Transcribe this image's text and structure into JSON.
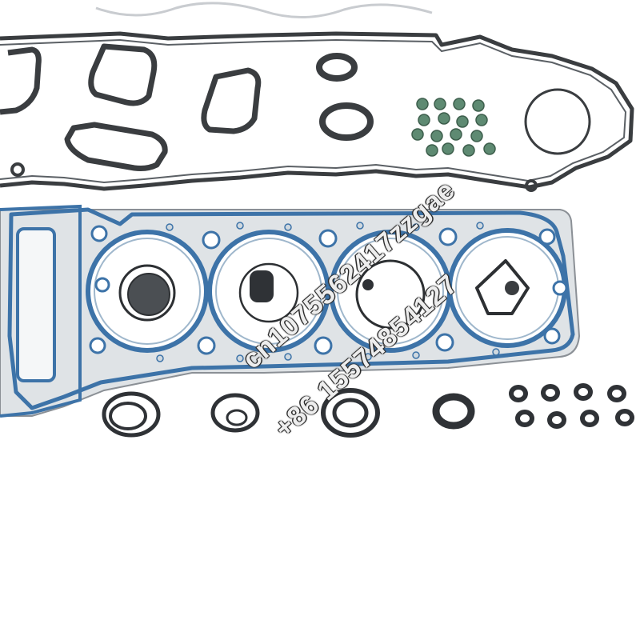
{
  "photo": {
    "subject": "engine gasket set",
    "colors": {
      "background": "#ffffff",
      "black_rubber": "#3a3d40",
      "blue_coating": "#3d73a8",
      "steel": "#dfe3e6",
      "valve_seal_green": "#5e8a72"
    }
  },
  "watermark": {
    "line1": "cn1075562417zzgae",
    "line2": "+86 15574854127"
  }
}
